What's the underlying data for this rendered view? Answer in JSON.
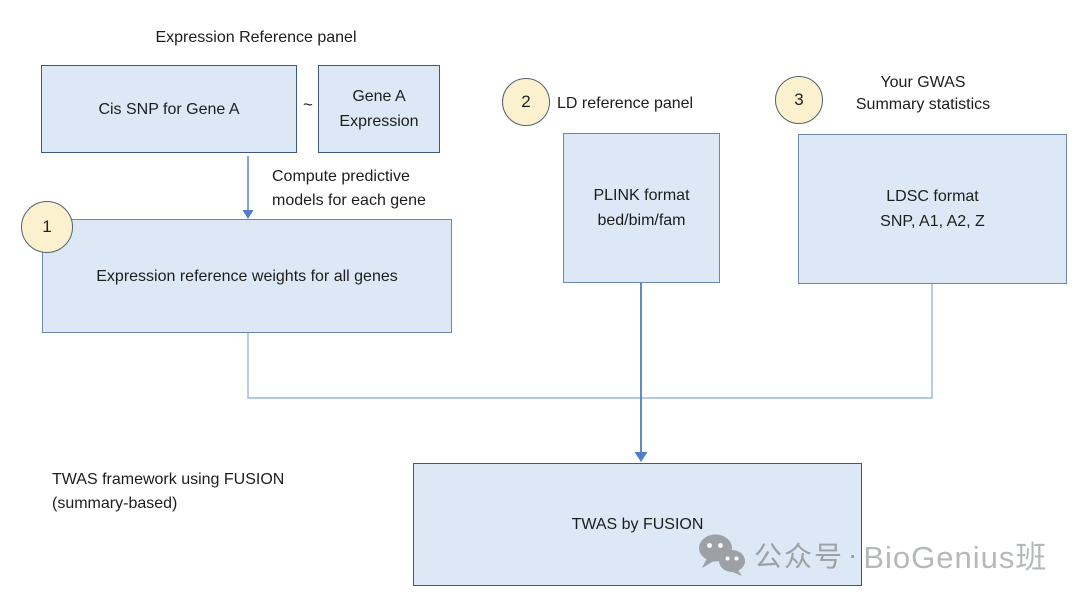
{
  "colors": {
    "box_fill": "#dce8f5",
    "box_border_dark": "#3f587e",
    "box_border_light": "#6c88ad",
    "circle_fill": "#fcf1ce",
    "circle_border": "#566070",
    "arrow_blue": "#4f7dc6",
    "connector_light_blue": "#a8c2e6",
    "text_dark": "#1d1d1d",
    "watermark_gray": "#9da0a4"
  },
  "header": {
    "reference_panel_title": "Expression Reference panel"
  },
  "nodes": {
    "cis_snp": {
      "label": "Cis SNP for Gene A"
    },
    "tilde": "~",
    "gene_a": {
      "line1": "Gene A",
      "line2": "Expression"
    },
    "weights": {
      "step": "1",
      "label": "Expression reference weights for all genes"
    },
    "plink": {
      "step": "2",
      "title": "LD reference panel",
      "line1": "PLINK format",
      "line2": "bed/bim/fam"
    },
    "ldsc": {
      "step": "3",
      "title_line1": "Your GWAS",
      "title_line2": "Summary statistics",
      "line1": "LDSC format",
      "line2": "SNP, A1, A2, Z"
    },
    "twas": {
      "label": "TWAS by FUSION"
    }
  },
  "annotations": {
    "compute_label": {
      "line1": "Compute predictive",
      "line2": "models for each gene"
    },
    "framework_label": {
      "line1": "TWAS framework using FUSION",
      "line2": "(summary-based)"
    }
  },
  "watermark": {
    "icon": "wechat-icon",
    "text_cn": "公众号",
    "separator": "·",
    "text_en": "BioGenius班"
  }
}
